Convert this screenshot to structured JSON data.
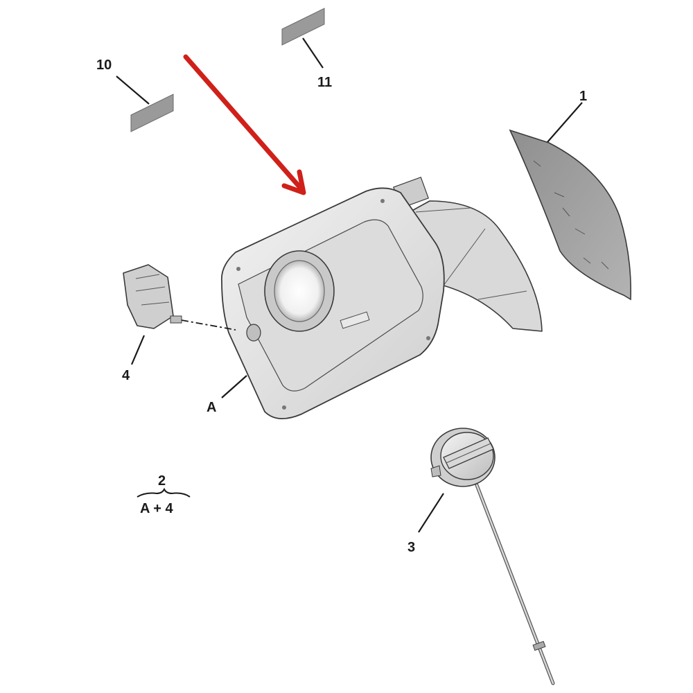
{
  "callouts": {
    "part_1": "1",
    "part_3": "3",
    "part_4": "4",
    "part_10": "10",
    "part_11": "11",
    "part_A": "A"
  },
  "kit": {
    "number": "2",
    "contents": "A + 4"
  },
  "colors": {
    "arrow": "#d0201a",
    "label_patch": "#9a9a9a",
    "lines": "#1a1a1a",
    "part_fill": "#e4e4e4"
  }
}
